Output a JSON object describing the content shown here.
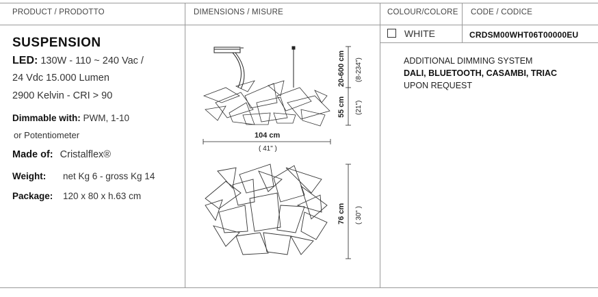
{
  "headers": {
    "product": "PRODUCT / PRODOTTO",
    "dimensions": "DIMENSIONS / MISURE",
    "colour": "COLOUR/COLORE",
    "code": "CODE / CODICE"
  },
  "product": {
    "title": "SUSPENSION",
    "led_label": "LED:",
    "led_line1": "130W - 110 ~ 240 Vac /",
    "led_line2": "24 Vdc 15.000 Lumen",
    "led_line3": "2900 Kelvin  - CRI > 90",
    "dimmable_label": "Dimmable with:",
    "dimmable_value": "PWM, 1-10",
    "dimmable_line2": "or  Potentiometer",
    "made_label": "Made of:",
    "made_value": "Cristalflex®",
    "weight_label": "Weight:",
    "weight_value": "net Kg 6 - gross Kg 14",
    "package_label": "Package:",
    "package_value": "120 x 80 x h.63 cm"
  },
  "dimensions": {
    "drop_cm": "20-600 cm",
    "drop_in": "(8-234\")",
    "height_cm": "55 cm",
    "height_in": "(21\")",
    "width_cm": "104 cm",
    "width_in": "( 41\" )",
    "top_cm": "76 cm",
    "top_in": "( 30\" )"
  },
  "colour": {
    "option": "WHITE",
    "checked": false
  },
  "code": {
    "value": "CRDSM00WHT06T00000EU"
  },
  "notes": {
    "line1": "ADDITIONAL DIMMING SYSTEM",
    "line2": "DALI, BLUETOOTH, CASAMBI, TRIAC",
    "line3": "UPON REQUEST"
  }
}
